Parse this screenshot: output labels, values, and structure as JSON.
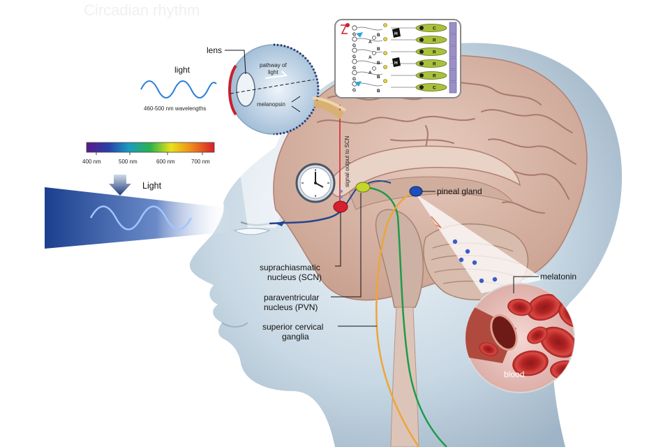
{
  "labels": {
    "lens": "lens",
    "light_small": "light",
    "wavelengths": "460-500 nm wavelengths",
    "pathway_1": "pathway of",
    "pathway_2": "light",
    "melanopsin": "melanopsin",
    "signal_output": "signal output to SCN",
    "light_big": "Light",
    "pineal_gland": "pineal gland",
    "scn_1": "suprachiasmatic",
    "scn_2": "nucleus (SCN)",
    "pvn_1": "paraventricular",
    "pvn_2": "nucleus (PVN)",
    "scg_1": "superior cervical",
    "scg_2": "ganglia",
    "melatonin": "melatonin",
    "blood": "blood"
  },
  "spectrum": {
    "ticks": [
      "400 nm",
      "500 nm",
      "600 nm",
      "700 nm"
    ],
    "colors": [
      "#5a1a8a",
      "#2a3fa8",
      "#1a9ac0",
      "#2bb24c",
      "#e8e21a",
      "#f08a1a",
      "#d8202a"
    ]
  },
  "retina_cells": {
    "g": [
      "G",
      "G",
      "G",
      "G",
      "G",
      "G"
    ],
    "a": [
      "A",
      "A",
      "A"
    ],
    "b": [
      "B",
      "B",
      "B",
      "B",
      "B"
    ],
    "h": [
      "H",
      "H"
    ],
    "photoreceptors": [
      "C",
      "R",
      "R",
      "R",
      "R",
      "C"
    ]
  },
  "colors": {
    "pathway_blue": "#24448e",
    "pathway_green": "#1e9a4a",
    "pathway_orange": "#eda53a",
    "signal_red": "#c8202c",
    "scn": "#d42030",
    "pvn": "#c4d62c",
    "pineal": "#1f4fb8",
    "melatonin_dots": "#3a5cc8",
    "brain": "#d9b8a8",
    "head": "#c6d6e2"
  }
}
